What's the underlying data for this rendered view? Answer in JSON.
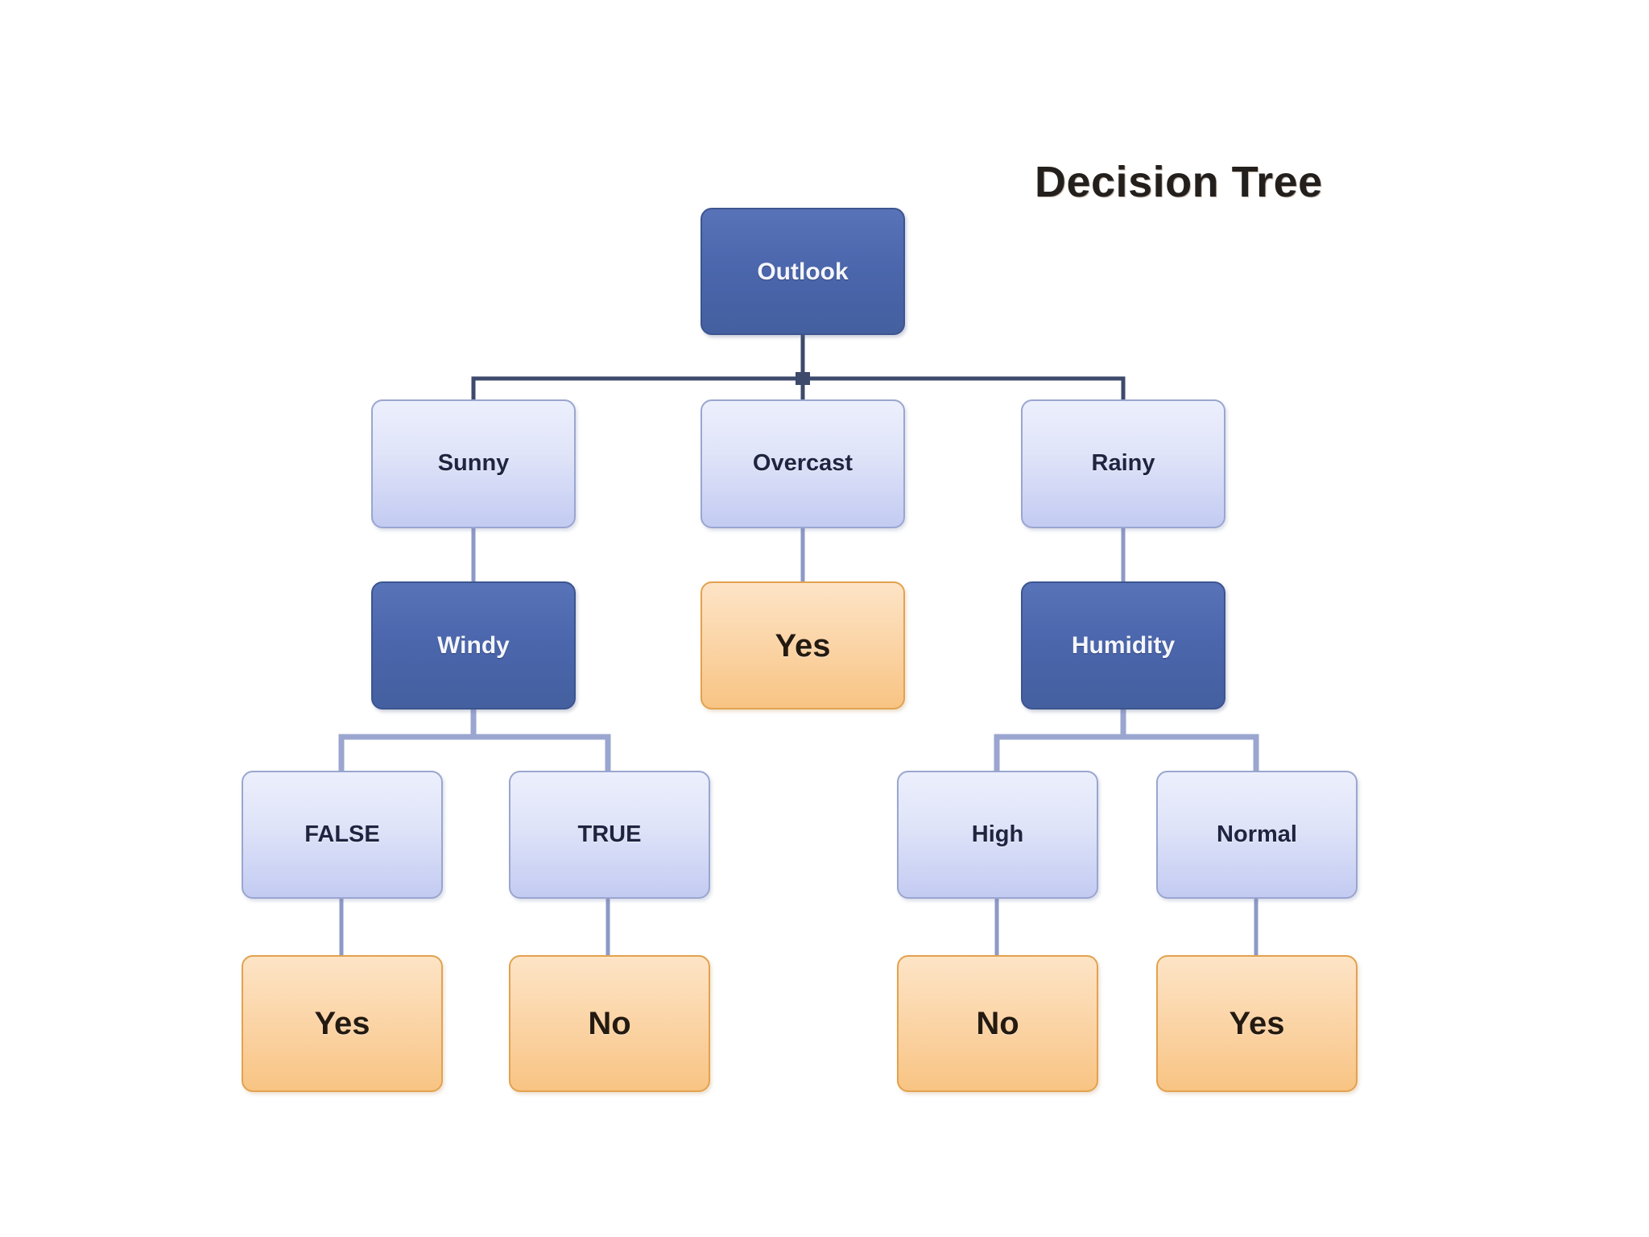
{
  "diagram": {
    "title": "Decision Tree",
    "background_color": "#ffffff",
    "type": "decision-tree",
    "palette": {
      "decision_node_fill": "#4b66ac",
      "decision_node_border": "#3c5590",
      "decision_node_text": "#f4f6fb",
      "branch_node_fill": "#dee3f8",
      "branch_node_border": "#9aa6cf",
      "branch_node_text": "#1f2540",
      "leaf_node_fill": "#fbd4a6",
      "leaf_node_border": "#e2a24f",
      "leaf_node_text": "#241a10",
      "connector_dark": "#3d4a6b",
      "connector_light": "#9aa6cf",
      "title_text": "#231f1c"
    },
    "nodes": {
      "root": {
        "label": "Outlook",
        "kind": "decision"
      },
      "sunny": {
        "label": "Sunny",
        "kind": "branch"
      },
      "overcast": {
        "label": "Overcast",
        "kind": "branch"
      },
      "rainy": {
        "label": "Rainy",
        "kind": "branch"
      },
      "windy": {
        "label": "Windy",
        "kind": "decision"
      },
      "overcast_yes": {
        "label": "Yes",
        "kind": "leaf"
      },
      "humidity": {
        "label": "Humidity",
        "kind": "decision"
      },
      "windy_false": {
        "label": "FALSE",
        "kind": "branch"
      },
      "windy_true": {
        "label": "TRUE",
        "kind": "branch"
      },
      "humidity_high": {
        "label": "High",
        "kind": "branch"
      },
      "humidity_normal": {
        "label": "Normal",
        "kind": "branch"
      },
      "false_yes": {
        "label": "Yes",
        "kind": "leaf"
      },
      "true_no": {
        "label": "No",
        "kind": "leaf"
      },
      "high_no": {
        "label": "No",
        "kind": "leaf"
      },
      "normal_yes": {
        "label": "Yes",
        "kind": "leaf"
      }
    },
    "edges": [
      {
        "from": "root",
        "to": "sunny"
      },
      {
        "from": "root",
        "to": "overcast"
      },
      {
        "from": "root",
        "to": "rainy"
      },
      {
        "from": "sunny",
        "to": "windy"
      },
      {
        "from": "overcast",
        "to": "overcast_yes"
      },
      {
        "from": "rainy",
        "to": "humidity"
      },
      {
        "from": "windy",
        "to": "windy_false"
      },
      {
        "from": "windy",
        "to": "windy_true"
      },
      {
        "from": "humidity",
        "to": "humidity_high"
      },
      {
        "from": "humidity",
        "to": "humidity_normal"
      },
      {
        "from": "windy_false",
        "to": "false_yes"
      },
      {
        "from": "windy_true",
        "to": "true_no"
      },
      {
        "from": "humidity_high",
        "to": "high_no"
      },
      {
        "from": "humidity_normal",
        "to": "normal_yes"
      }
    ]
  }
}
